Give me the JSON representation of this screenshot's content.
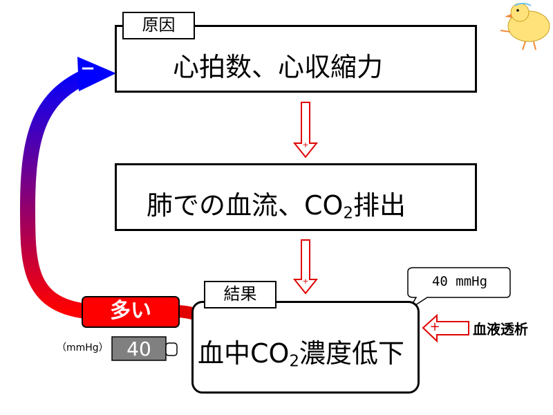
{
  "cause": {
    "tag": "原因",
    "text": "心拍数、心収縮力"
  },
  "middle": {
    "text_before": "肺での血流、CO",
    "text_sub": "2",
    "text_after": "排出"
  },
  "result": {
    "tag": "結果",
    "text_before": "血中CO",
    "text_sub": "2",
    "text_after": "濃度低下"
  },
  "callout": {
    "text": "40 mmHg"
  },
  "dialysis": {
    "label": "血液透析",
    "sign": "+"
  },
  "feedback": {
    "sign": "−",
    "badge": "多い"
  },
  "gauge": {
    "unit": "（mmHg）",
    "value": "40"
  },
  "arrow_signs": {
    "cause_to_middle": "+",
    "middle_to_result": "+"
  },
  "colors": {
    "increase_arrow": "#e00000",
    "decrease_arrow": "#0000dd",
    "feedback_start": "#0000ff",
    "feedback_end": "#ff0000",
    "badge_fill": "#ff0000",
    "gauge_fill": "#808080"
  }
}
